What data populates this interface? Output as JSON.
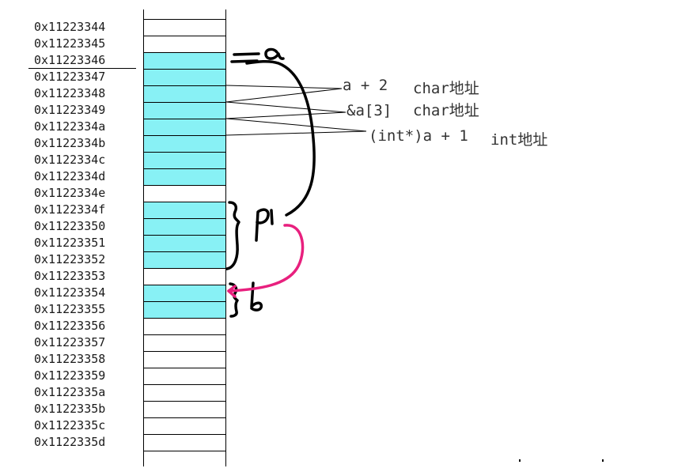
{
  "addresses": [
    "0x11223344",
    "0x11223345",
    "0x11223346",
    "0x11223347",
    "0x11223348",
    "0x11223349",
    "0x1122334a",
    "0x1122334b",
    "0x1122334c",
    "0x1122334d",
    "0x1122334e",
    "0x1122334f",
    "0x11223350",
    "0x11223351",
    "0x11223352",
    "0x11223353",
    "0x11223354",
    "0x11223355",
    "0x11223356",
    "0x11223357",
    "0x11223358",
    "0x11223359",
    "0x1122335a",
    "0x1122335b",
    "0x1122335c",
    "0x1122335d"
  ],
  "filled_cells": [
    2,
    3,
    4,
    5,
    6,
    7,
    8,
    9,
    11,
    12,
    13,
    14,
    16,
    17
  ],
  "annotations": {
    "a_plus_2": "a + 2",
    "a_plus_2_type": "char地址",
    "amp_a3": "&a[3]",
    "amp_a3_type": "char地址",
    "int_cast": "(int*)a + 1",
    "int_cast_type": "int地址"
  },
  "colors": {
    "cell_fill": "#88f1f5",
    "pointer_arrow": "#e8207e",
    "ink": "#000000"
  }
}
